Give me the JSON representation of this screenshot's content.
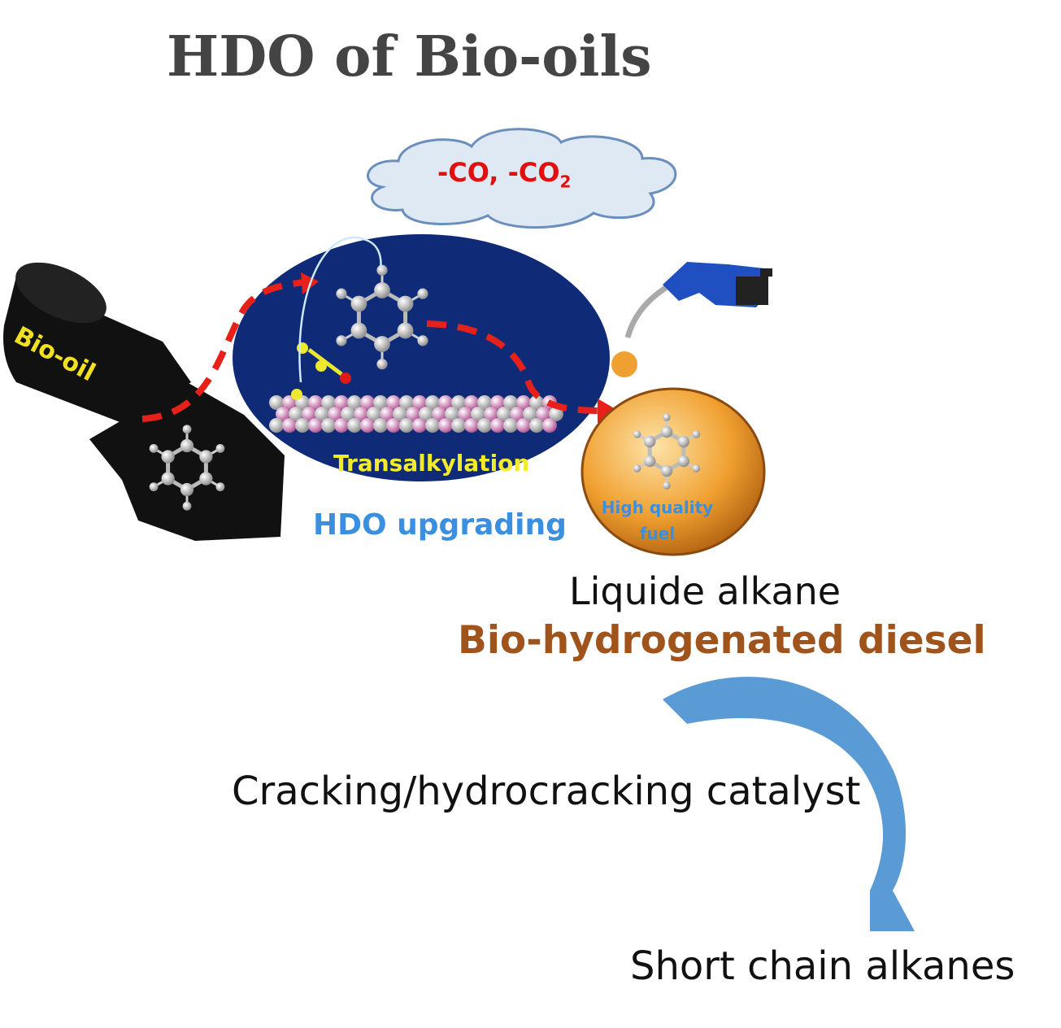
{
  "title": "HDO of Bio-oils",
  "cloud": {
    "text": "-CO, -CO",
    "subscript": "2"
  },
  "labels": {
    "bio_oil": "Bio-oil",
    "transalkylation": "Transalkylation",
    "hdo_upgrading": "HDO upgrading",
    "high_quality_fuel": "High quality fuel",
    "liquide_alkane": "Liquide alkane",
    "bio_diesel": "Bio-hydrogenated diesel",
    "cracking": "Cracking/hydrocracking catalyst",
    "short_chain": "Short chain alkanes"
  },
  "colors": {
    "ellipse": "#0f2b78",
    "fuel": "#f0a030",
    "arrow": "#5b9bd5",
    "dashed_path": "#e8201a",
    "diesel_text": "#a0541c"
  }
}
